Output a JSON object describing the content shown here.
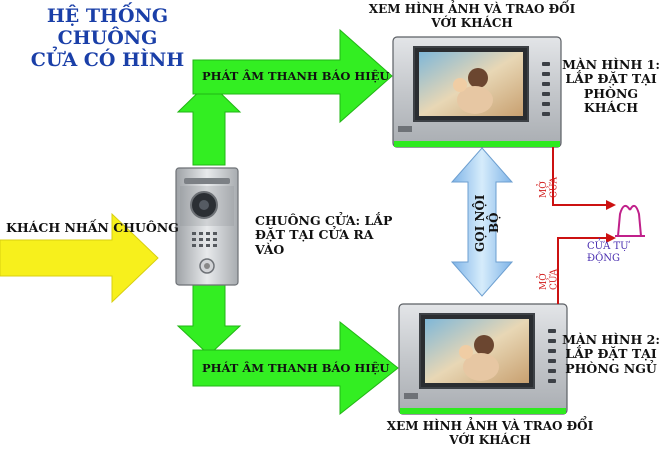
{
  "title": {
    "line1": "HỆ THỐNG CHUÔNG",
    "line2": "CỬA CÓ HÌNH"
  },
  "labels": {
    "visitor_rings": "KHÁCH NHẤN CHUÔNG",
    "doorbell": "CHUÔNG CỬA: LẮP ĐẶT TẠI CỬA RA VÀO",
    "signal_top": "PHÁT ÂM THANH BÁO HIỆU",
    "signal_bottom": "PHÁT ÂM THANH BÁO HIỆU",
    "view_top_line1": "XEM HÌNH ẢNH VÀ TRAO ĐỔI",
    "view_top_line2": "VỚI KHÁCH",
    "view_bottom_line1": "XEM HÌNH ẢNH VÀ TRAO ĐỔI",
    "view_bottom_line2": "VỚI KHÁCH",
    "monitor1_line1": "MÀN HÌNH 1:",
    "monitor1_line2": "LẮP ĐẶT TẠI",
    "monitor1_line3": "PHÒNG",
    "monitor1_line4": "KHÁCH",
    "monitor2_line1": "MÀN HÌNH 2:",
    "monitor2_line2": "LẮP ĐẶT TẠI",
    "monitor2_line3": "PHÒNG NGỦ",
    "intercom": "GỌI NỘI BỘ",
    "open_door_top": "MỞ CỬA",
    "open_door_bottom": "MỞ CỬA",
    "auto_door": "CỬA TỰ ĐỘNG"
  },
  "colors": {
    "green_arrow": "#33ee22",
    "yellow_arrow": "#f7f01c",
    "blue_arrow": "#a9d3f5",
    "red_wire": "#cc1111",
    "title_blue": "#1a3fa8",
    "monitor_body": "#c9ccd0"
  },
  "icons": {
    "doorbell": "doorbell-camera-icon",
    "monitor": "video-monitor-icon",
    "door": "automatic-door-icon"
  }
}
